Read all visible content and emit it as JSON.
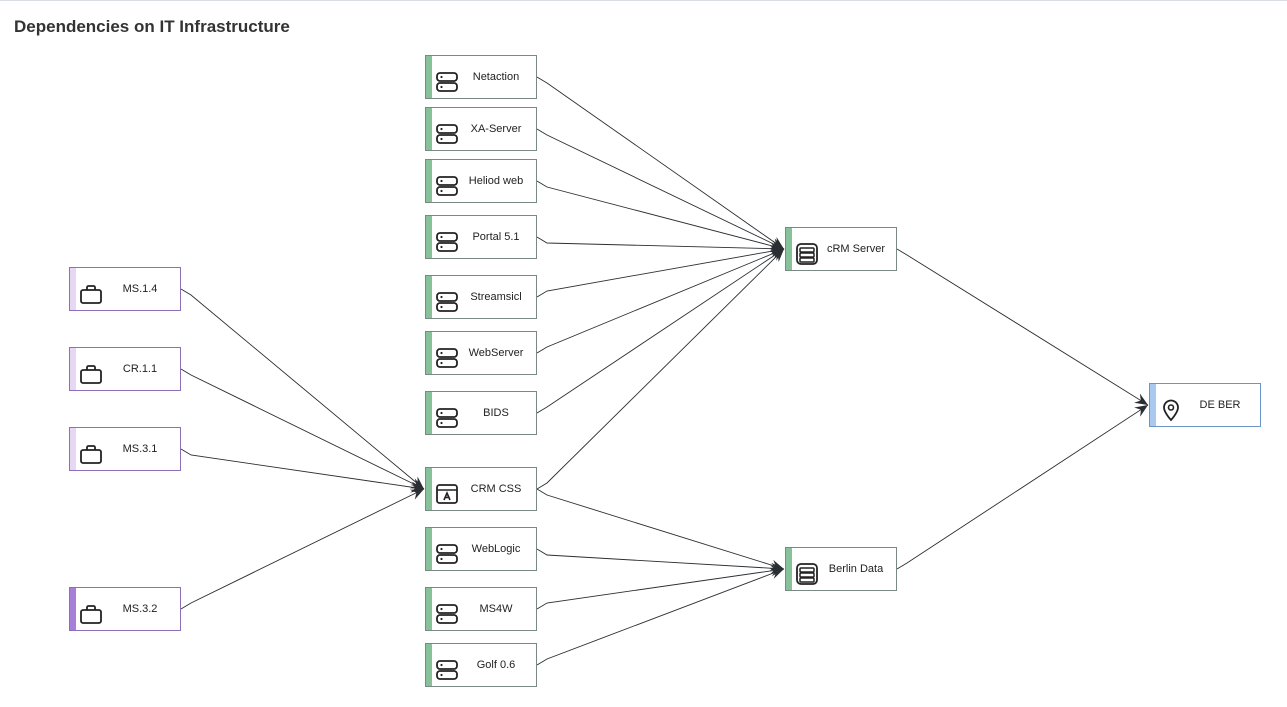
{
  "title": "Dependencies on IT Infrastructure",
  "colors": {
    "application_accent": "#86c19a",
    "capability_accent_light": "#e6d8f5",
    "capability_accent_dark": "#a77fd9",
    "location_accent": "#a9c9ef",
    "edge": "#2b2f33"
  },
  "nodes": {
    "ms14": {
      "label": "MS.1.4",
      "icon": "briefcase-icon"
    },
    "cr11": {
      "label": "CR.1.1",
      "icon": "briefcase-icon"
    },
    "ms31": {
      "label": "MS.3.1",
      "icon": "briefcase-icon"
    },
    "ms32": {
      "label": "MS.3.2",
      "icon": "briefcase-icon"
    },
    "netaction": {
      "label": "Netaction",
      "icon": "server-icon"
    },
    "xaserver": {
      "label": "XA-Server",
      "icon": "server-icon"
    },
    "heliod": {
      "label": "Heliod web",
      "icon": "server-icon"
    },
    "portal": {
      "label": "Portal 5.1",
      "icon": "server-icon"
    },
    "streamsicl": {
      "label": "Streamsicl",
      "icon": "server-icon"
    },
    "webserver": {
      "label": "WebServer",
      "icon": "server-icon"
    },
    "bids": {
      "label": "BIDS",
      "icon": "server-icon"
    },
    "crmcss": {
      "label": "CRM CSS",
      "icon": "app-window-icon"
    },
    "weblogic": {
      "label": "WebLogic",
      "icon": "server-icon"
    },
    "ms4w": {
      "label": "MS4W",
      "icon": "server-icon"
    },
    "golf": {
      "label": "Golf 0.6",
      "icon": "server-icon"
    },
    "crmserver": {
      "label": "cRM Server",
      "icon": "database-server-icon"
    },
    "berlindata": {
      "label": "Berlin Data",
      "icon": "database-server-icon"
    },
    "deber": {
      "label": "DE BER",
      "icon": "location-pin-icon"
    }
  },
  "edges": [
    [
      "ms14",
      "crmcss"
    ],
    [
      "cr11",
      "crmcss"
    ],
    [
      "ms31",
      "crmcss"
    ],
    [
      "ms32",
      "crmcss"
    ],
    [
      "netaction",
      "crmserver"
    ],
    [
      "xaserver",
      "crmserver"
    ],
    [
      "heliod",
      "crmserver"
    ],
    [
      "portal",
      "crmserver"
    ],
    [
      "streamsicl",
      "crmserver"
    ],
    [
      "webserver",
      "crmserver"
    ],
    [
      "bids",
      "crmserver"
    ],
    [
      "crmcss",
      "crmserver"
    ],
    [
      "crmcss",
      "berlindata"
    ],
    [
      "weblogic",
      "berlindata"
    ],
    [
      "ms4w",
      "berlindata"
    ],
    [
      "golf",
      "berlindata"
    ],
    [
      "crmserver",
      "deber"
    ],
    [
      "berlindata",
      "deber"
    ]
  ]
}
